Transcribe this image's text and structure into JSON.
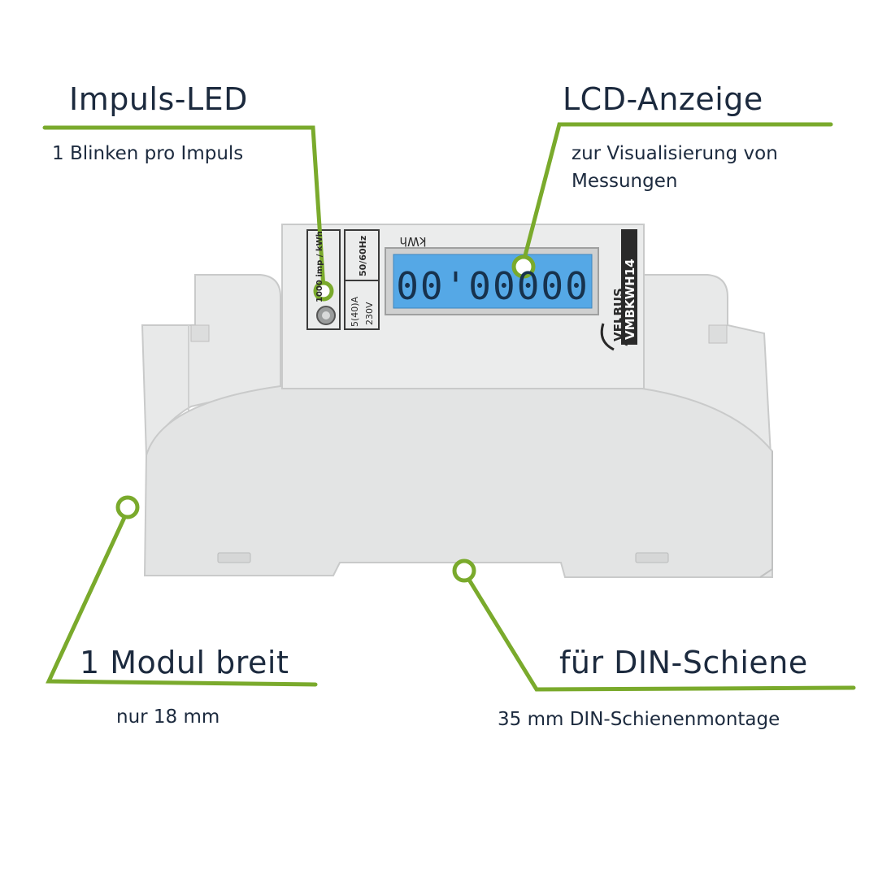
{
  "callouts": {
    "impuls_led": {
      "title": "Impuls-LED",
      "subtitle": "1 Blinken pro Impuls"
    },
    "lcd": {
      "title": "LCD-Anzeige",
      "subtitle_line1": "zur Visualisierung von",
      "subtitle_line2": "Messungen"
    },
    "modul": {
      "title": "1 Modul breit",
      "subtitle": "nur 18 mm"
    },
    "din": {
      "title": "für DIN-Schiene",
      "subtitle": "35 mm DIN-Schienenmontage"
    }
  },
  "device": {
    "lcd_value": "00'00000",
    "unit": "kWh",
    "pulse_rate": "1000 imp / kWh",
    "frequency": "50/60Hz",
    "current": "5(40)A",
    "voltage": "230V",
    "brand": "VELBUS",
    "model": "VMBKWH14"
  },
  "colors": {
    "accent_green": "#7aaa2c",
    "lcd_blue": "#55a8e6",
    "text_dark": "#1c2a3e",
    "housing": "#e3e4e4"
  }
}
